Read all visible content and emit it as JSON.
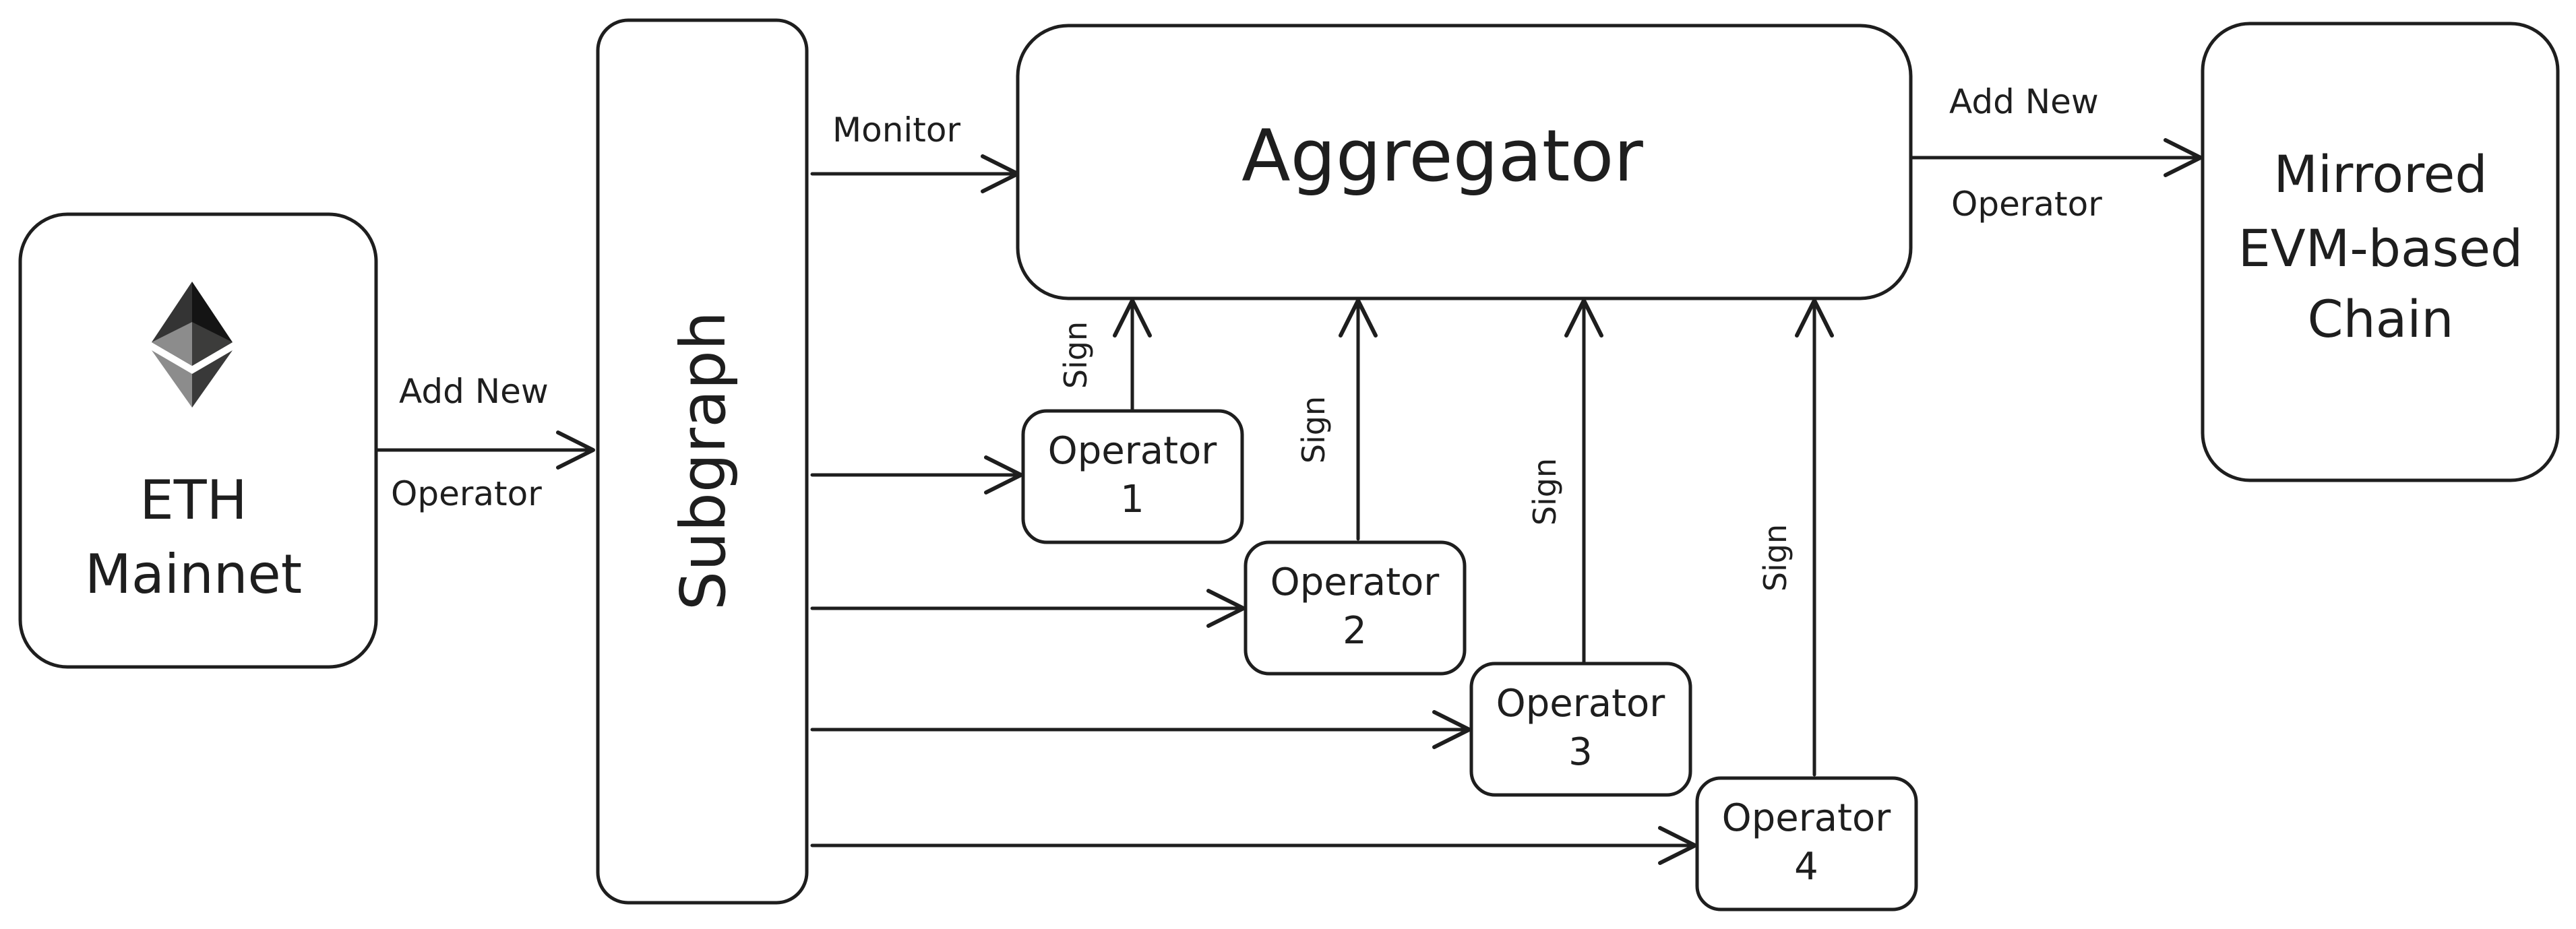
{
  "nodes": {
    "eth": {
      "line1": "ETH",
      "line2": "Mainnet",
      "icon": "ethereum-logo-icon"
    },
    "subgraph": {
      "label": "Subgraph"
    },
    "aggregator": {
      "label": "Aggregator"
    },
    "mirrored": {
      "line1": "Mirrored",
      "line2": "EVM-based",
      "line3": "Chain"
    },
    "operators": [
      {
        "line1": "Operator",
        "line2": "1"
      },
      {
        "line1": "Operator",
        "line2": "2"
      },
      {
        "line1": "Operator",
        "line2": "3"
      },
      {
        "line1": "Operator",
        "line2": "4"
      }
    ]
  },
  "edges": {
    "eth_to_subgraph": {
      "line1": "Add New",
      "line2": "Operator"
    },
    "subgraph_to_aggregator": {
      "label": "Monitor"
    },
    "aggregator_to_mirrored": {
      "line1": "Add New",
      "line2": "Operator"
    },
    "sign_label": "Sign"
  }
}
